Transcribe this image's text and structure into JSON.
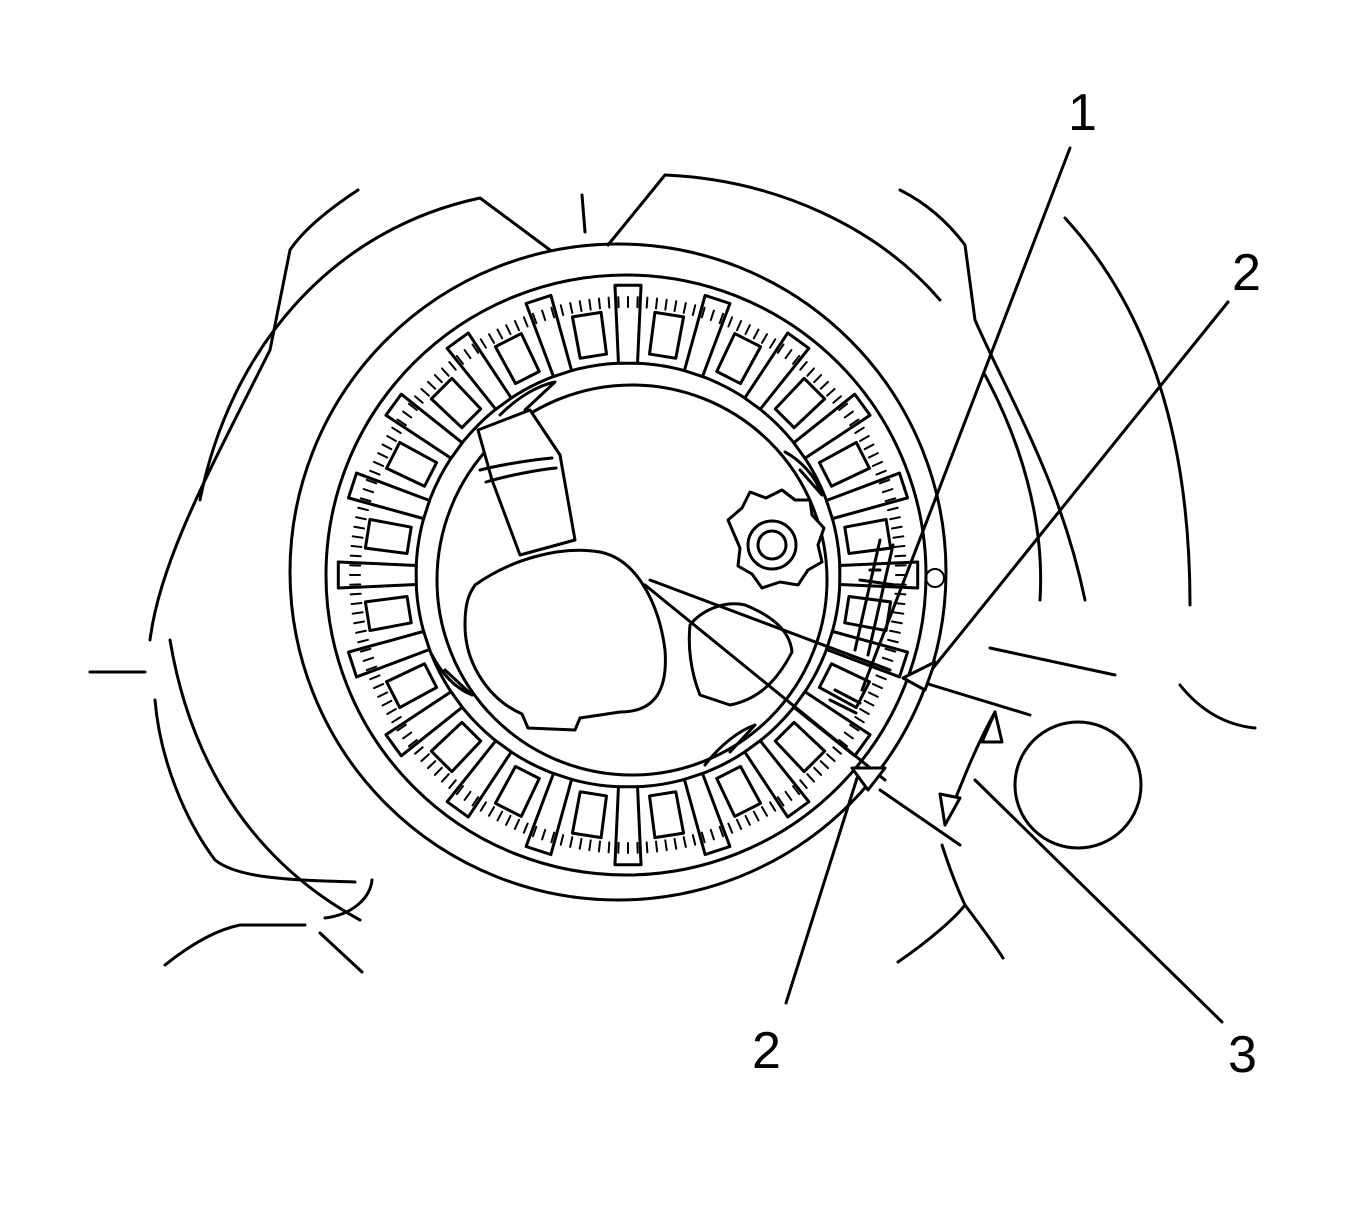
{
  "callouts": [
    {
      "id": "callout-1",
      "label": "1"
    },
    {
      "id": "callout-2a",
      "label": "2"
    },
    {
      "id": "callout-2b",
      "label": "2"
    },
    {
      "id": "callout-3",
      "label": "3"
    }
  ],
  "colors": {
    "ink": "#000000",
    "paper": "#ffffff"
  }
}
